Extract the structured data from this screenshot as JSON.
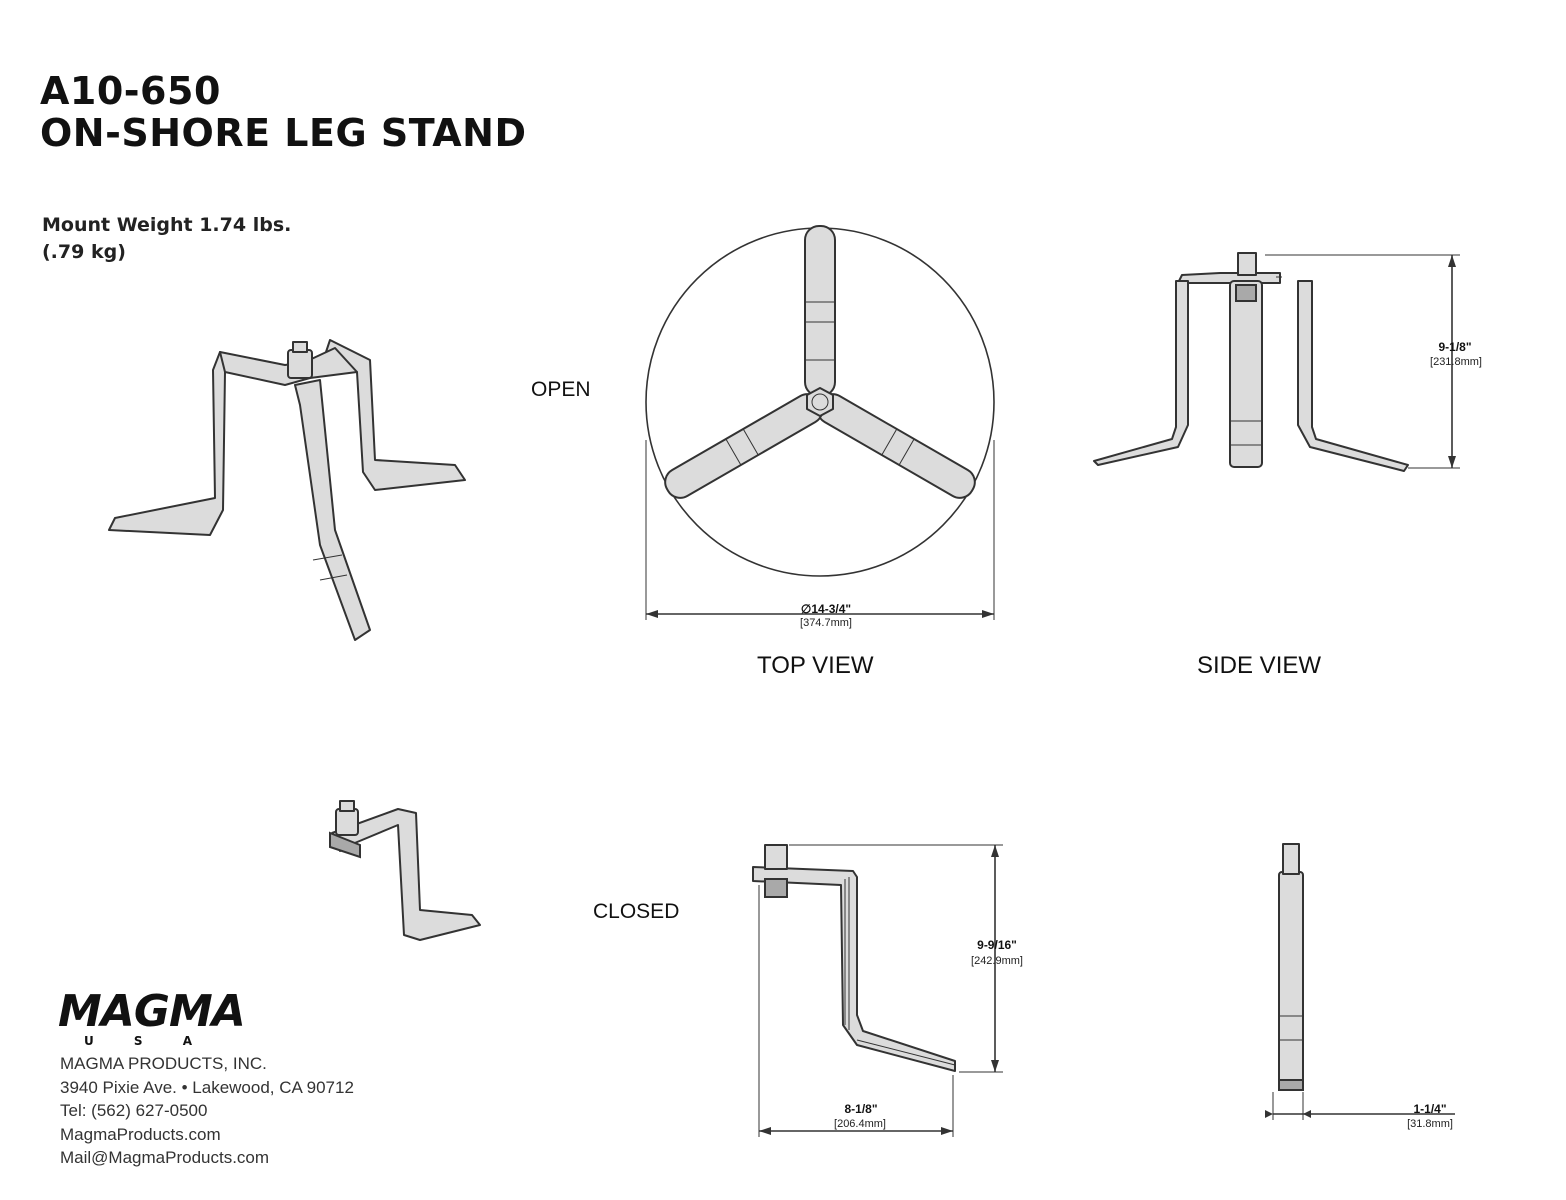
{
  "header": {
    "model": "A10-650",
    "product": "ON-SHORE LEG STAND",
    "weight_line1": "Mount Weight 1.74 lbs.",
    "weight_line2": "(.79 kg)"
  },
  "states": {
    "open": "OPEN",
    "closed": "CLOSED"
  },
  "views": {
    "top": "TOP VIEW",
    "side": "SIDE VIEW"
  },
  "dimensions": {
    "diameter": {
      "label": "∅14-3/4\"",
      "mm": "[374.7mm]"
    },
    "open_height": {
      "label": "9-1/8\"",
      "mm": "[231.8mm]"
    },
    "closed_height": {
      "label": "9-9/16\"",
      "mm": "[242.9mm]"
    },
    "closed_width": {
      "label": "8-1/8\"",
      "mm": "[206.4mm]"
    },
    "closed_depth": {
      "label": "1-1/4\"",
      "mm": "[31.8mm]"
    }
  },
  "company": {
    "logo": "MAGMA",
    "logo_sub": "U S A",
    "name": "MAGMA PRODUCTS, INC.",
    "address": "3940 Pixie Ave. • Lakewood, CA 90712",
    "phone": "Tel: (562) 627-0500",
    "website": "MagmaProducts.com",
    "email": "Mail@MagmaProducts.com"
  }
}
